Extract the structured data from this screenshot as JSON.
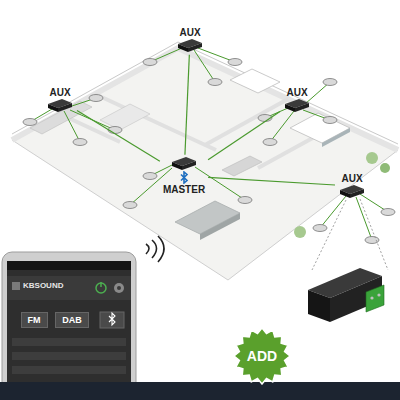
{
  "diagram": {
    "nodes": [
      {
        "text": [
          "AUX"
        ]
      },
      {
        "text": [
          "AUX"
        ]
      },
      {
        "text": [
          "AUX"
        ]
      },
      {
        "text": [
          "AUX"
        ]
      },
      {
        "text": [
          "MASTER"
        ]
      },
      {
        "text": [
          "FM"
        ]
      },
      {
        "text": [
          "DAB"
        ]
      },
      {
        "text": [
          "ADD"
        ]
      }
    ],
    "edges": [
      {
        "from": 4,
        "to": 0,
        "arrow": "none"
      },
      {
        "from": 4,
        "to": 1,
        "arrow": "none"
      },
      {
        "from": 4,
        "to": 2,
        "arrow": "none"
      },
      {
        "from": 4,
        "to": 3,
        "arrow": "none"
      }
    ],
    "labels": [
      "KBSOUND"
    ]
  }
}
